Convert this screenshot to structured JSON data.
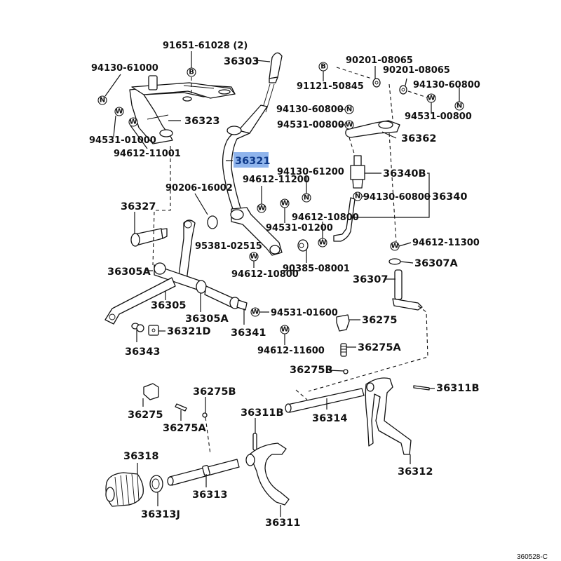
{
  "diagram": {
    "footer_code": "360528-C",
    "highlighted_part": "36321",
    "symbols": {
      "bolt": "B",
      "nut": "N",
      "washer": "W"
    },
    "labels": {
      "p91651": "91651-61028 (2)",
      "p36303": "36303",
      "p94130_61000": "94130-61000",
      "p36323": "36323",
      "p94531_01000": "94531-01000",
      "p94612_11001": "94612-11001",
      "p36321": "36321",
      "p90201_a": "90201-08065",
      "p90201_b": "90201-08065",
      "p91121": "91121-50845",
      "p94130_60800_r": "94130-60800",
      "p94531_00800_r": "94531-00800",
      "p94130_60800_l": "94130-60800",
      "p94531_00800_l": "94531-00800",
      "p36362": "36362",
      "p94130_61200": "94130-61200",
      "p94612_11200": "94612-11200",
      "p36340B": "36340B",
      "p94130_60800_m": "94130-60800",
      "p36340": "36340",
      "p94612_10800_r": "94612-10800",
      "p94531_01200": "94531-01200",
      "p90206": "90206-16002",
      "p36327": "36327",
      "p95381": "95381-02515",
      "p94612_10800_l": "94612-10800",
      "p90385": "90385-08001",
      "p94612_11300": "94612-11300",
      "p36307A": "36307A",
      "p36307": "36307",
      "p36305A_l": "36305A",
      "p36305": "36305",
      "p36305A_r": "36305A",
      "p36341": "36341",
      "p94531_01600": "94531-01600",
      "p36343": "36343",
      "p36321D": "36321D",
      "p94612_11600": "94612-11600",
      "p36275_r": "36275",
      "p36275A_r": "36275A",
      "p36275B_r": "36275B",
      "p36311B_r": "36311B",
      "p36314": "36314",
      "p36312": "36312",
      "p36275_l": "36275",
      "p36275A_l": "36275A",
      "p36275B_l": "36275B",
      "p36311B_l": "36311B",
      "p36318": "36318",
      "p36313J": "36313J",
      "p36313": "36313",
      "p36311": "36311"
    }
  }
}
